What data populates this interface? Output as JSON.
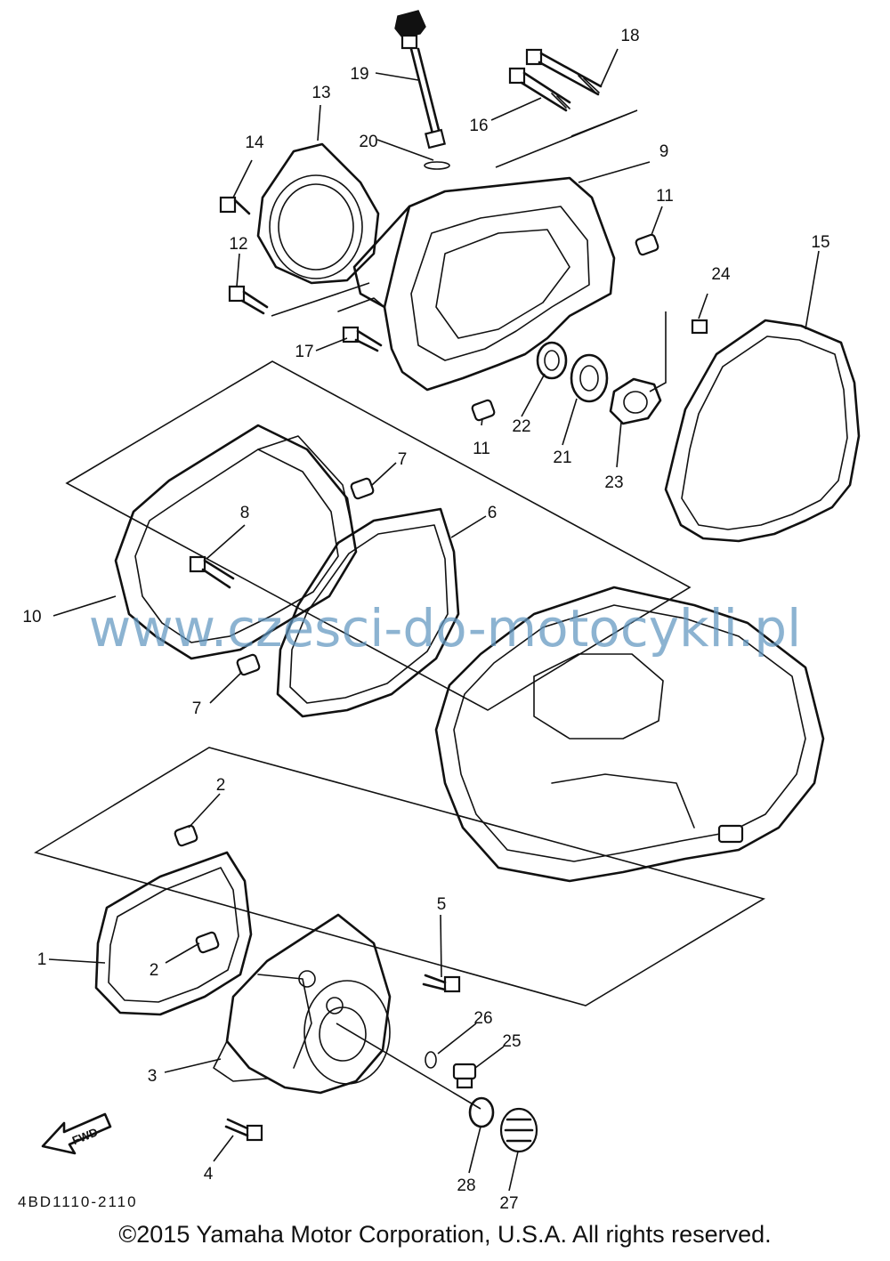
{
  "watermark": "www.czesci-do-motocykli.pl",
  "diagram_code": "4BD1110-2110",
  "copyright": "©2015 Yamaha Motor Corporation, U.S.A. All rights reserved.",
  "fwd_label": "FWD",
  "callouts": [
    "1",
    "2",
    "2",
    "3",
    "4",
    "5",
    "6",
    "7",
    "7",
    "8",
    "9",
    "10",
    "11",
    "11",
    "12",
    "13",
    "14",
    "15",
    "16",
    "17",
    "18",
    "19",
    "20",
    "21",
    "22",
    "23",
    "24",
    "25",
    "26",
    "27",
    "28"
  ]
}
